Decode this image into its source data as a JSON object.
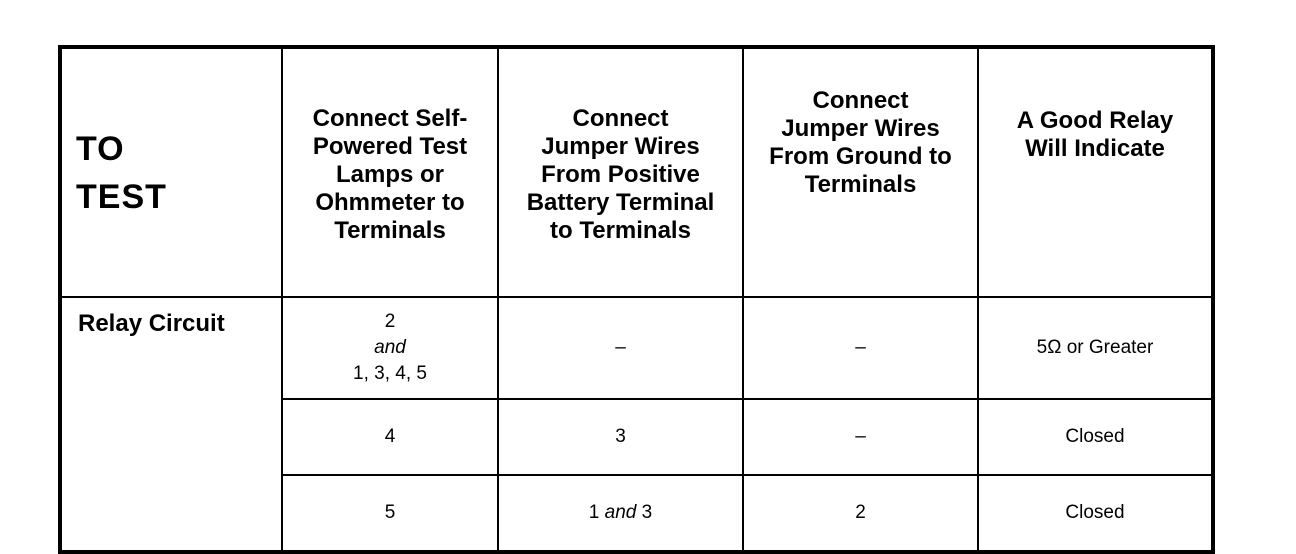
{
  "table": {
    "header": {
      "to_test": [
        "TO",
        "TEST"
      ],
      "col_lamps": [
        "Connect Self-",
        "Powered Test",
        "Lamps or",
        "Ohmmeter to",
        "Terminals"
      ],
      "col_battery": [
        "Connect",
        "Jumper Wires",
        "From Positive",
        "Battery Terminal",
        "to Terminals"
      ],
      "col_ground": [
        "Connect",
        "Jumper Wires",
        "From Ground to",
        "Terminals"
      ],
      "col_good": [
        "A Good Relay",
        "Will Indicate"
      ]
    },
    "row_label": "Relay Circuit",
    "rows": [
      {
        "lamps": [
          "2",
          "and",
          "1, 3, 4, 5"
        ],
        "battery": "–",
        "ground": "–",
        "good": "5Ω or Greater"
      },
      {
        "lamps": "4",
        "battery": "3",
        "ground": "–",
        "good": "Closed"
      },
      {
        "lamps": "5",
        "battery": [
          "1",
          "and",
          "3"
        ],
        "ground": "2",
        "good": "Closed"
      }
    ]
  }
}
